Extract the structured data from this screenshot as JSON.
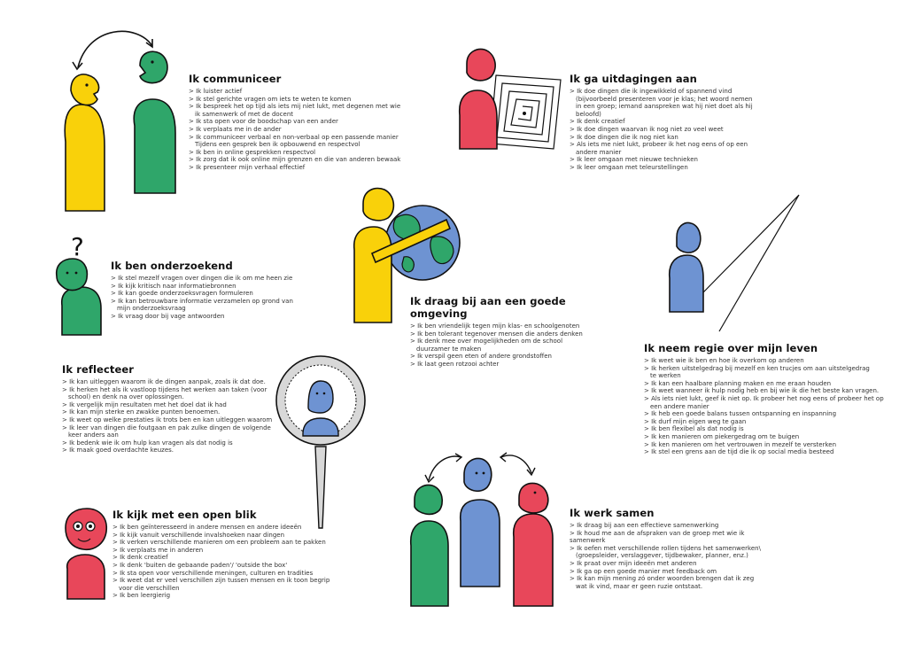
{
  "colors": {
    "yellow": "#f9d10a",
    "green": "#2fa66a",
    "red": "#e8475a",
    "blue": "#6e93d2",
    "grey": "#d8d8d8",
    "outline": "#111111"
  },
  "sections": {
    "communiceer": {
      "title": "Ik communiceer",
      "items": [
        "Ik luister actief",
        "Ik stel gerichte vragen om iets te weten te komen",
        "Ik bespreek het op tijd als iets mij niet lukt, met degenen met wie",
        "ik samenwerk of met de docent",
        "Ik sta open voor de boodschap van een ander",
        "Ik verplaats me in de ander",
        "Ik communiceer verbaal en non-verbaal op een passende manier",
        "Tijdens een gesprek ben ik opbouwend en respectvol",
        "Ik ben in online gesprekken respectvol",
        "Ik zorg dat ik ook online mijn grenzen en die van anderen bewaak",
        "Ik presenteer mijn verhaal effectief"
      ]
    },
    "uitdagingen": {
      "title": "Ik ga uitdagingen aan",
      "items": [
        "Ik doe dingen die ik ingewikkeld of spannend vind",
        "(bijvoorbeeld presenteren voor je klas; het woord nemen",
        "in een groep; iemand aanspreken wat hij niet doet als hij",
        "beloofd)",
        "Ik denk creatief",
        "Ik doe dingen waarvan ik nog niet zo veel weet",
        "Ik doe dingen die ik nog niet kan",
        "Als iets me niet lukt, probeer ik het nog eens of op een",
        "andere manier",
        "Ik leer omgaan met nieuwe technieken",
        "Ik leer omgaan met teleurstellingen"
      ]
    },
    "onderzoekend": {
      "title": "Ik ben onderzoekend",
      "items": [
        "Ik stel mezelf vragen over dingen die ik om me heen zie",
        "Ik kijk kritisch naar informatiebronnen",
        "Ik kan goede onderzoeksvragen formuleren",
        "Ik kan betrouwbare informatie verzamelen op grond van",
        "mijn onderzoeksvraag",
        "Ik vraag door bij vage antwoorden"
      ]
    },
    "omgeving": {
      "title": "Ik draag bij aan een goede omgeving",
      "items": [
        "Ik ben vriendelijk tegen mijn klas- en schoolgenoten",
        "Ik ben tolerant tegenover mensen die anders denken",
        "Ik denk mee over mogelijkheden om de school",
        "duurzamer te maken",
        "Ik verspil geen eten of andere grondstoffen",
        "Ik laat geen rotzooi achter"
      ]
    },
    "regie": {
      "title": "Ik neem regie over mijn leven",
      "items": [
        "Ik weet wie ik ben en hoe ik overkom op anderen",
        "Ik herken uitstelgedrag bij mezelf en ken trucjes om aan uitstelgedrag",
        "te werken",
        "Ik kan een haalbare planning maken en me eraan houden",
        "Ik weet wanneer ik hulp nodig heb en bij wie ik die het beste kan vragen.",
        "Als iets niet lukt, geef ik niet op. Ik probeer het nog eens of probeer het op",
        "een andere manier",
        "Ik heb een goede balans tussen ontspanning en inspanning",
        "Ik durf mijn eigen weg te gaan",
        "Ik ben flexibel als dat nodig is",
        "Ik ken manieren om piekergedrag om te buigen",
        "Ik ken manieren om het vertrouwen in mezelf te versterken",
        "Ik stel een grens aan de tijd die ik op social media besteed"
      ]
    },
    "reflecteer": {
      "title": "Ik reflecteer",
      "items": [
        "Ik kan uitleggen waarom ik de dingen aanpak, zoals ik dat doe.",
        "Ik herken het als ik vastloop tijdens het werken aan taken (voor",
        "school) en denk na over oplossingen.",
        "Ik vergelijk mijn resultaten met het doel dat ik had",
        "Ik kan mijn sterke en zwakke punten benoemen.",
        "Ik weet op welke prestaties ik trots ben en kan uitleggen waarom",
        "Ik leer van dingen die foutgaan en pak zulke dingen de volgende",
        "keer anders aan",
        "Ik bedenk wie ik om hulp kan vragen als dat nodig is",
        "Ik maak goed overdachte keuzes."
      ]
    },
    "openblik": {
      "title": "Ik kijk met een open blik",
      "items": [
        "Ik ben geïnteresseerd in andere mensen en andere ideeën",
        "Ik kijk vanuit verschillende invalshoeken naar dingen",
        "Ik verken verschillende manieren om een probleem aan te pakken",
        "Ik verplaats me in anderen",
        "Ik denk creatief",
        "Ik denk 'buiten de gebaande paden'/ 'outside the box'",
        "Ik sta open voor verschillende meningen, culturen en tradities",
        "Ik weet dat er veel verschillen zijn tussen mensen en ik toon begrip",
        "voor die verschillen",
        "Ik ben leergierig"
      ]
    },
    "samen": {
      "title": "Ik werk samen",
      "items": [
        "Ik draag bij aan een effectieve samenwerking",
        "Ik houd me aan de afspraken van de groep met wie ik samenwerk",
        "Ik oefen met verschillende rollen tijdens het samenwerken\\",
        "(groepsleider, verslaggever, tijdbewaker, planner, enz.)",
        "Ik praat over mijn ideeën met anderen",
        "Ik ga op een goede manier met feedback om",
        "Ik kan mijn mening zó onder woorden brengen dat ik zeg",
        "wat ik vind, maar er geen ruzie ontstaat."
      ]
    }
  },
  "question_mark": "?"
}
